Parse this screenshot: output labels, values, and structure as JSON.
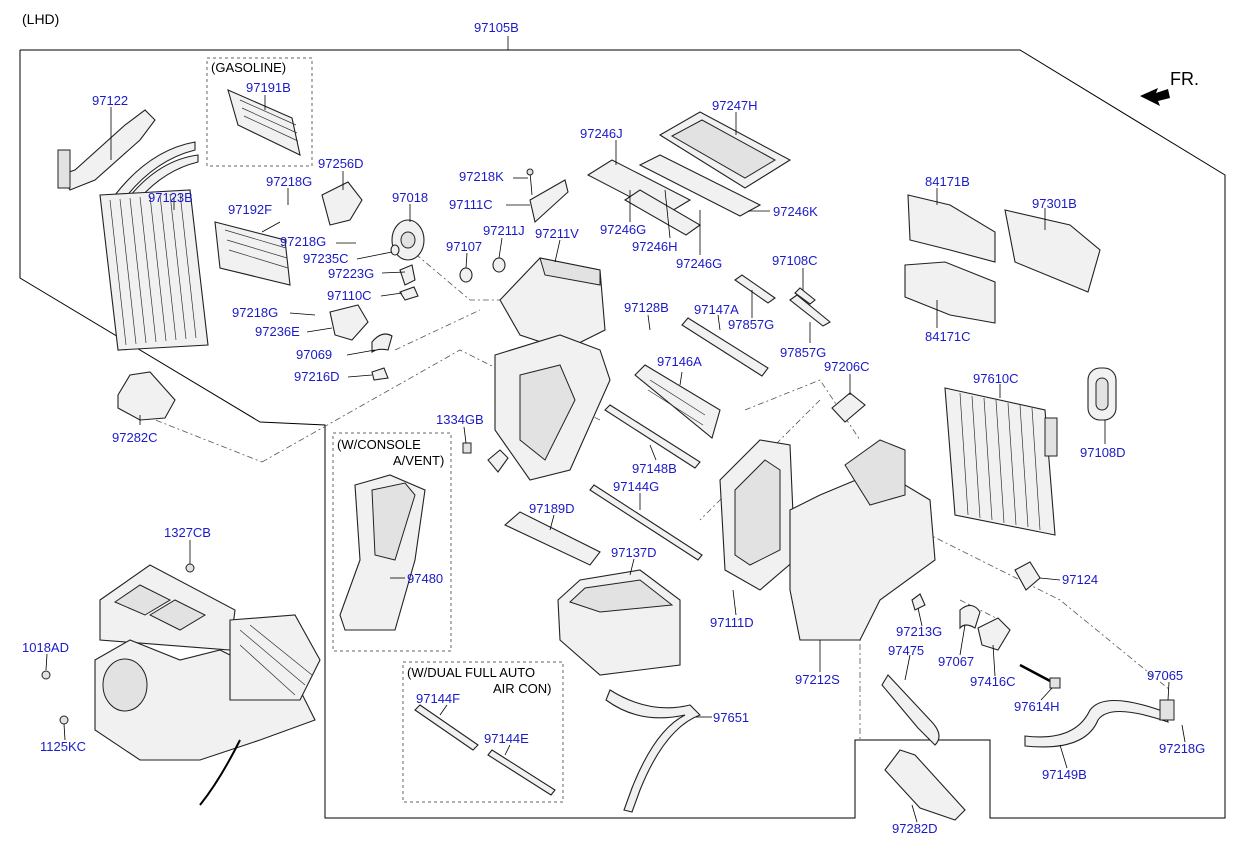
{
  "header": {
    "lhd_label": "(LHD)",
    "assembly_no": "97105B",
    "front_label": "FR."
  },
  "notes": {
    "gasoline": "(GASOLINE)",
    "console_1": "(W/CONSOLE",
    "console_2": "A/VENT)",
    "dual_1": "(W/DUAL FULL AUTO",
    "dual_2": "AIR CON)"
  },
  "parts": [
    "97122",
    "97191B",
    "97123B",
    "97256D",
    "97218G",
    "97018",
    "97192F",
    "97218G",
    "97235C",
    "97223G",
    "97110C",
    "97218G",
    "97236E",
    "97069",
    "97216D",
    "97282C",
    "97218K",
    "97111C",
    "97211J",
    "97107",
    "97211V",
    "97246J",
    "97247H",
    "97246G",
    "97246H",
    "97246G",
    "97246K",
    "97128B",
    "97147A",
    "97857G",
    "97108C",
    "97857G",
    "97146A",
    "97206C",
    "84171B",
    "97301B",
    "84171C",
    "97610C",
    "97108D",
    "1334GB",
    "97148B",
    "97144G",
    "97189D",
    "97480",
    "97137D",
    "97111D",
    "97212S",
    "97124",
    "97213G",
    "97067",
    "97416C",
    "97475",
    "97614H",
    "97065",
    "97218G",
    "97651",
    "97149B",
    "97144F",
    "97144E",
    "97282D",
    "1327CB",
    "1018AD",
    "1125KC"
  ],
  "colors": {
    "part_number": "#1a1ac8",
    "text": "#000000",
    "lines": "#000000"
  }
}
